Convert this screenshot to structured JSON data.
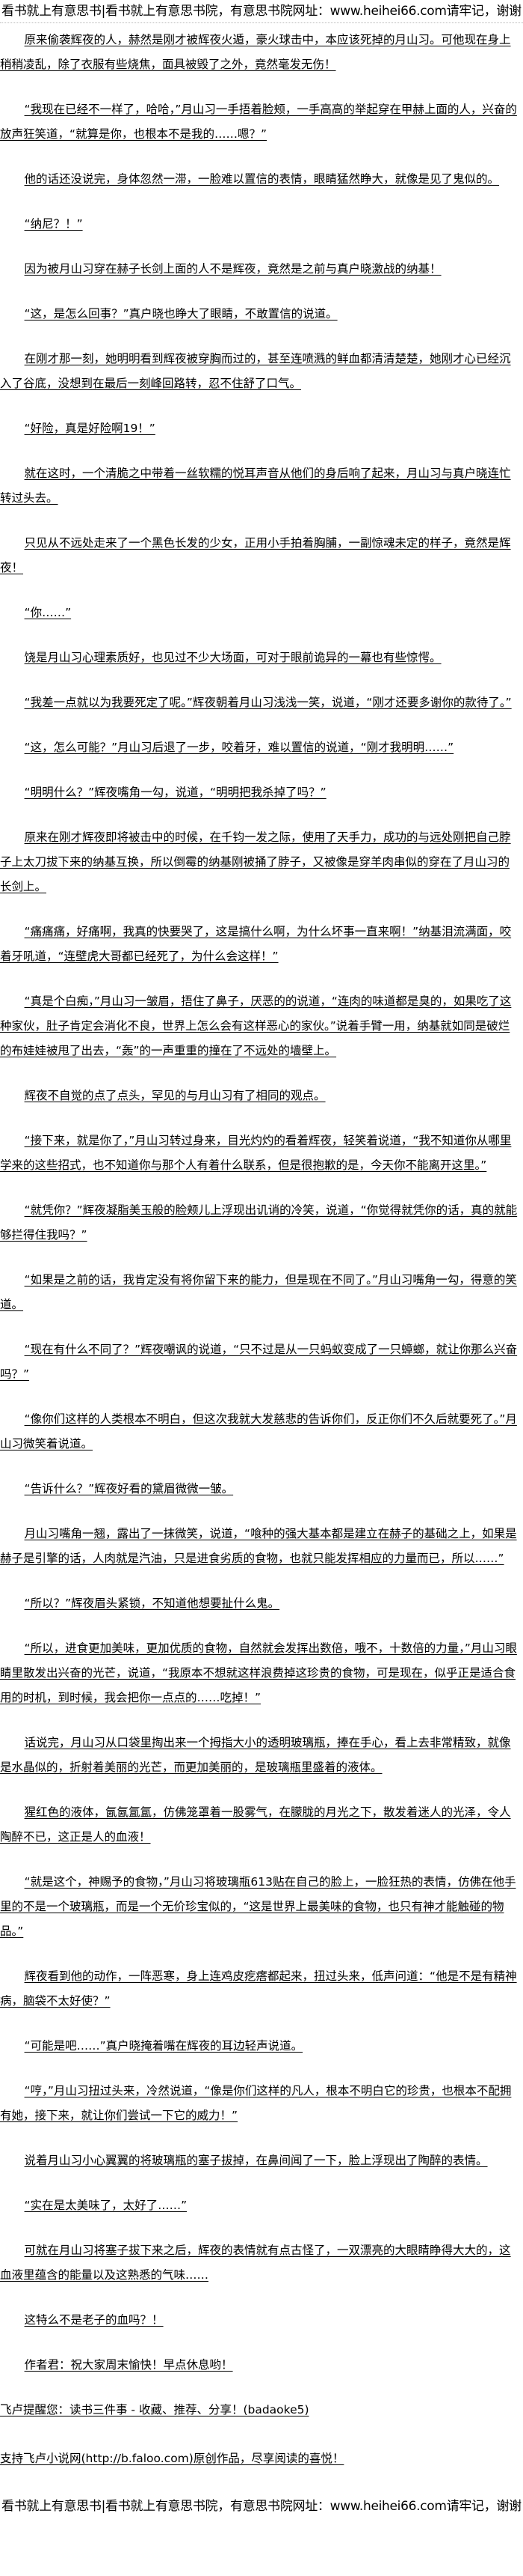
{
  "banner": "看书就上有意思书|看书就上有意思书院，有意思书院网址：www.heihei66.com请牢记，谢谢",
  "paragraphs": [
    "原来偷袭辉夜的人，赫然是刚才被辉夜火遁，豪火球击中，本应该死掉的月山习。可他现在身上稍稍凌乱，除了衣服有些烧焦，面具被毁了之外，竟然毫发无伤！",
    "“我现在已经不一样了，哈哈，”月山习一手捂着脸颊，一手高高的举起穿在甲赫上面的人，兴奋的放声狂笑道，“就算是你，也根本不是我的……嗯？”",
    "他的话还没说完，身体忽然一滞，一脸难以置信的表情，眼睛猛然睁大，就像是见了鬼似的。",
    "“纳尼？！”",
    "因为被月山习穿在赫子长剑上面的人不是辉夜，竟然是之前与真户晓激战的纳基！",
    "“这，是怎么回事？”真户晓也睁大了眼睛，不敢置信的说道。",
    "在刚才那一刻，她明明看到辉夜被穿胸而过的，甚至连喷溅的鲜血都清清楚楚，她刚才心已经沉入了谷底，没想到在最后一刻峰回路转，忍不住舒了口气。",
    "“好险，真是好险啊19！”",
    "就在这时，一个清脆之中带着一丝软糯的悦耳声音从他们的身后响了起来，月山习与真户晓连忙转过头去。",
    "只见从不远处走来了一个黑色长发的少女，正用小手拍着胸脯，一副惊魂未定的样子，竟然是辉夜！",
    "“你……”",
    "饶是月山习心理素质好，也见过不少大场面，可对于眼前诡异的一幕也有些惊愕。",
    "“我差一点就以为我要死定了呢。”辉夜朝着月山习浅浅一笑，说道，“刚才还要多谢你的款待了。”",
    "“这，怎么可能？”月山习后退了一步，咬着牙，难以置信的说道，“刚才我明明……”",
    "“明明什么？”辉夜嘴角一勾，说道，“明明把我杀掉了吗？”",
    "原来在刚才辉夜即将被击中的时候，在千钧一发之际，使用了天手力，成功的与远处刚把自己脖子上太刀拔下来的纳基互换，所以倒霉的纳基刚被捅了脖子，又被像是穿羊肉串似的穿在了月山习的长剑上。",
    "“痛痛痛，好痛啊，我真的快要哭了，这是搞什么啊，为什么坏事一直来啊！”纳基泪流满面，咬着牙吼道，“连壁虎大哥都已经死了，为什么会这样！”",
    "“真是个白痴，”月山习一皱眉，捂住了鼻子，厌恶的的说道，“连肉的味道都是臭的，如果吃了这种家伙，肚子肯定会消化不良，世界上怎么会有这样恶心的家伙。”说着手臂一用，纳基就如同是破烂的布娃娃被甩了出去，“轰”的一声重重的撞在了不远处的墙壁上。",
    "辉夜不自觉的点了点头，罕见的与月山习有了相同的观点。",
    "“接下来，就是你了，”月山习转过身来，目光灼灼的看着辉夜，轻笑着说道，“我不知道你从哪里学来的这些招式，也不知道你与那个人有着什么联系，但是很抱歉的是，今天你不能离开这里。”",
    "“就凭你？”辉夜凝脂美玉般的脸颊儿上浮现出讥诮的冷笑，说道，“你觉得就凭你的话，真的就能够拦得住我吗？”",
    "“如果是之前的话，我肯定没有将你留下来的能力，但是现在不同了。”月山习嘴角一勾，得意的笑道。",
    "“现在有什么不同了？”辉夜嘲讽的说道，“只不过是从一只蚂蚁变成了一只蟑螂，就让你那么兴奋吗？”",
    "“像你们这样的人类根本不明白，但这次我就大发慈悲的告诉你们，反正你们不久后就要死了。”月山习微笑着说道。",
    "“告诉什么？”辉夜好看的黛眉微微一皱。",
    "月山习嘴角一翘，露出了一抹微笑，说道，“喰种的强大基本都是建立在赫子的基础之上，如果是赫子是引擎的话，人肉就是汽油，只是进食劣质的食物，也就只能发挥相应的力量而已，所以……”",
    "“所以？”辉夜眉头紧锁，不知道他想要扯什么鬼。",
    "“所以，进食更加美味，更加优质的食物，自然就会发挥出数倍，哦不，十数倍的力量，”月山习眼睛里散发出兴奋的光芒，说道，“我原本不想就这样浪费掉这珍贵的食物，可是现在，似乎正是适合食用的时机，到时候，我会把你一点点的……吃掉！”",
    "话说完，月山习从口袋里掏出来一个拇指大小的透明玻璃瓶，捧在手心，看上去非常精致，就像是水晶似的，折射着美丽的光芒，而更加美丽的，是玻璃瓶里盛着的液体。",
    "猩红色的液体，氤氤氲氲，仿佛笼罩着一股雾气，在朦胧的月光之下，散发着迷人的光泽，令人陶醉不已，这正是人的血液！",
    "“就是这个，神赐予的食物，”月山习将玻璃瓶613贴在自己的脸上，一脸狂热的表情，仿佛在他手里的不是一个玻璃瓶，而是一个无价珍宝似的，“这是世界上最美味的食物，也只有神才能触碰的物品。”",
    "辉夜看到他的动作，一阵恶寒，身上连鸡皮疙瘩都起来，扭过头来，低声问道：“他是不是有精神病，脑袋不太好使？”",
    "“可能是吧……”真户晓掩着嘴在辉夜的耳边轻声说道。",
    "“哼，”月山习扭过头来，冷然说道，“像是你们这样的凡人，根本不明白它的珍贵，也根本不配拥有她，接下来，就让你们尝试一下它的威力！”",
    "说着月山习小心翼翼的将玻璃瓶的塞子拔掉，在鼻间闻了一下，脸上浮现出了陶醉的表情。",
    "“实在是太美味了，太好了……”",
    "可就在月山习将塞子拔下来之后，辉夜的表情就有点古怪了，一双漂亮的大眼睛睁得大大的，这血液里蕴含的能量以及这熟悉的气味……",
    "这特么不是老子的血吗？！",
    "作者君：祝大家周末愉快！早点休息哟！"
  ],
  "footer": {
    "reminder": "飞卢提醒您：读书三件事 - 收藏、推荐、分享！(badaoke5)",
    "support": "支持飞卢小说网(http://b.faloo.com)原创作品，尽享阅读的喜悦！"
  }
}
